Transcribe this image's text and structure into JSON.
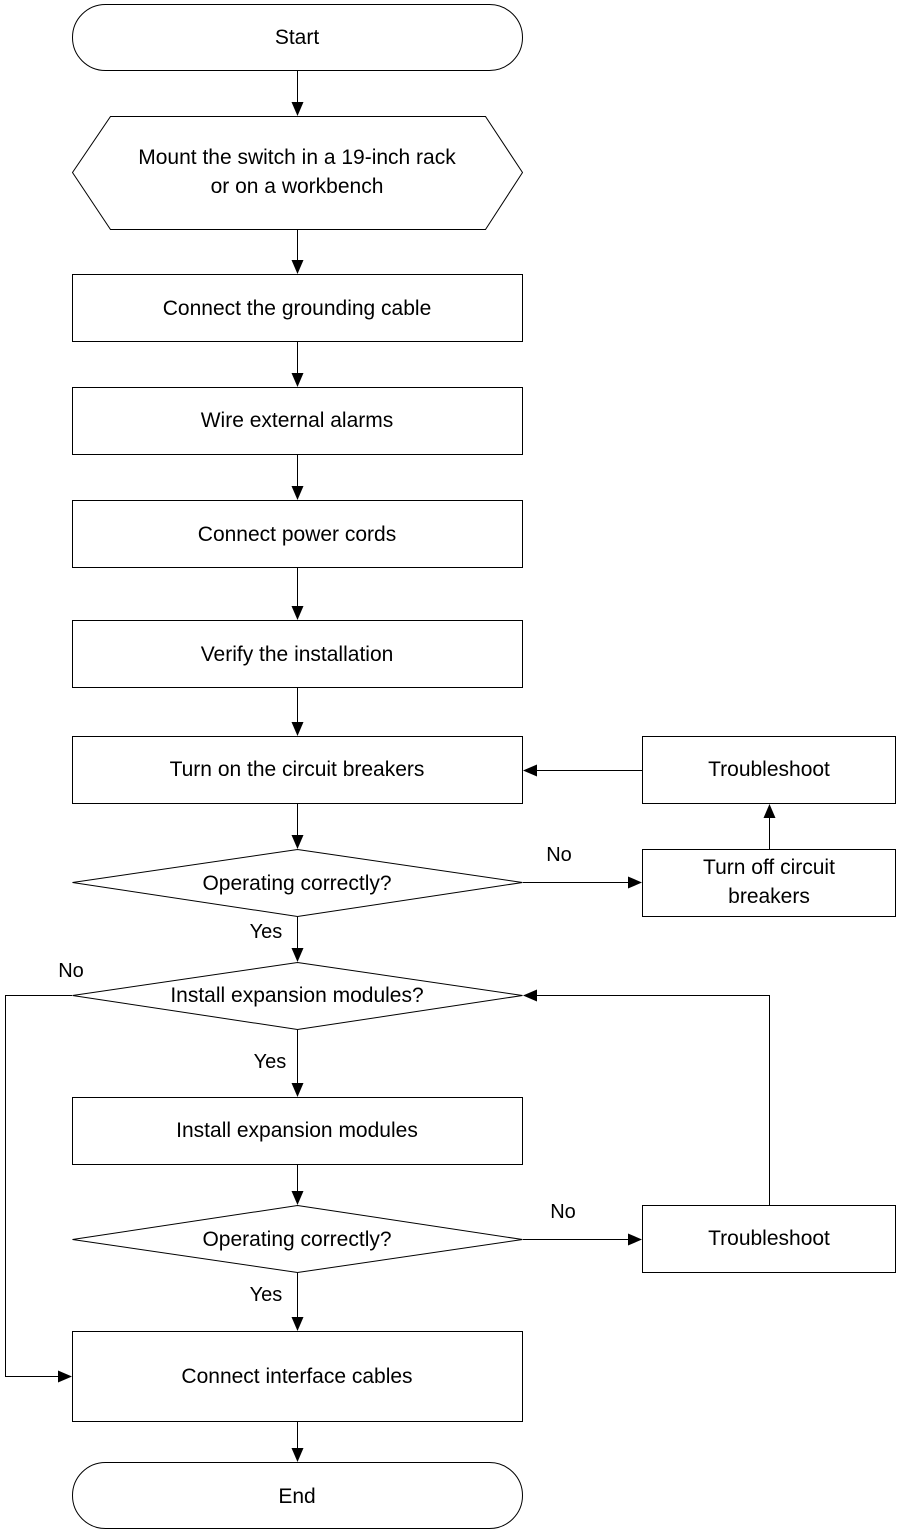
{
  "diagram": {
    "type": "flowchart",
    "nodes": {
      "start": "Start",
      "mount_line1": "Mount the switch in a 19-inch rack",
      "mount_line2": "or on a workbench",
      "ground": "Connect the grounding cable",
      "alarms": "Wire external alarms",
      "power": "Connect power cords",
      "verify": "Verify the installation",
      "turn_on": "Turn on the circuit breakers",
      "check1": "Operating correctly?",
      "turn_off_line1": "Turn off circuit",
      "turn_off_line2": "breakers",
      "troubleshoot1": "Troubleshoot",
      "install_q": "Install expansion modules?",
      "install": "Install expansion modules",
      "check2": "Operating correctly?",
      "troubleshoot2": "Troubleshoot",
      "interfaces": "Connect interface cables",
      "end": "End"
    },
    "edge_labels": {
      "check1_no": "No",
      "check1_yes": "Yes",
      "install_q_no": "No",
      "install_q_yes": "Yes",
      "check2_no": "No",
      "check2_yes": "Yes"
    }
  }
}
